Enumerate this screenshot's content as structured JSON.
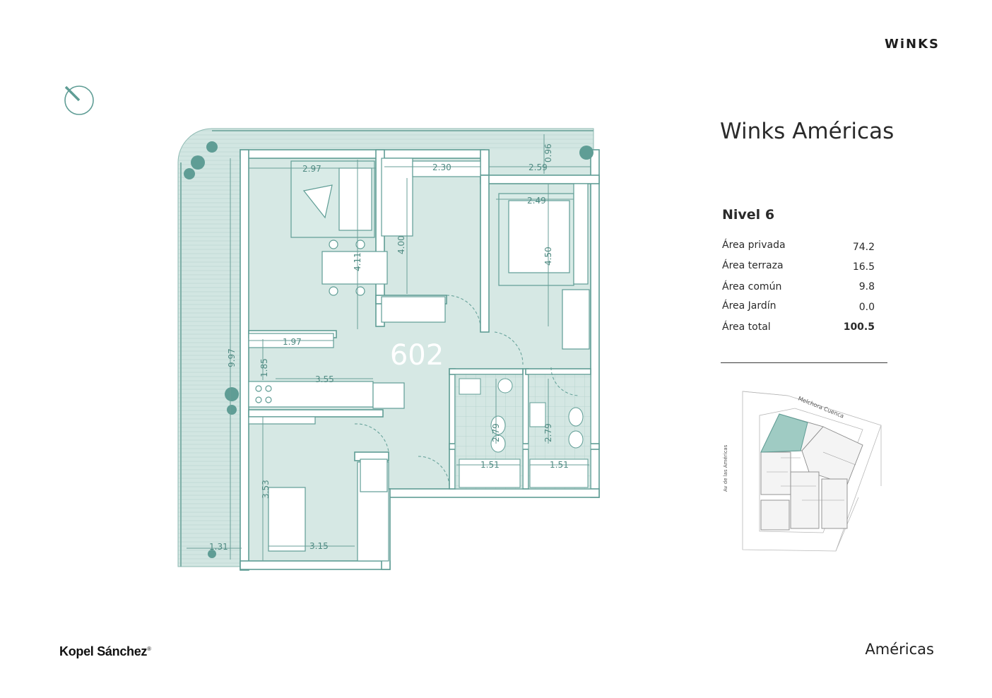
{
  "header": {
    "brand": "WiNKS"
  },
  "project": {
    "title": "Winks Américas"
  },
  "unit": {
    "number": "602",
    "level": "Nivel 6"
  },
  "areas": [
    {
      "label": "Área privada",
      "value": "74.2"
    },
    {
      "label": "Área terraza",
      "value": "16.5"
    },
    {
      "label": "Área común",
      "value": "9.8"
    },
    {
      "label": "Área Jardín",
      "value": "0.0"
    },
    {
      "label": "Área total",
      "value": "100.5"
    }
  ],
  "dimensions": {
    "living_width": "2.97",
    "bed2_width": "2.30",
    "master_width": "2.59",
    "master_bed_width": "2.49",
    "terrace_depth": "0.96",
    "living_depth": "4.11",
    "bed2_depth": "4.00",
    "master_depth": "4.50",
    "dining_width": "1.97",
    "total_depth": "9.97",
    "kitchen_height": "1.85",
    "kitchen_width": "3.55",
    "bath1_depth": "2.79",
    "bath2_depth": "2.79",
    "bath1_width": "1.51",
    "bath2_width": "1.51",
    "bed3_depth": "3.53",
    "bed3_width": "3.15",
    "terrace_width": "1.31"
  },
  "location_map": {
    "street_top": "Melchora Cuenca",
    "street_left": "Av de las Américas"
  },
  "footer": {
    "developer": "Kopel Sánchez",
    "developer_mark": "®",
    "project_short": "Américas"
  },
  "colors": {
    "plan_fill": "#cfe3df",
    "plan_line": "#5f9d95",
    "highlight": "#9fcbc3"
  }
}
